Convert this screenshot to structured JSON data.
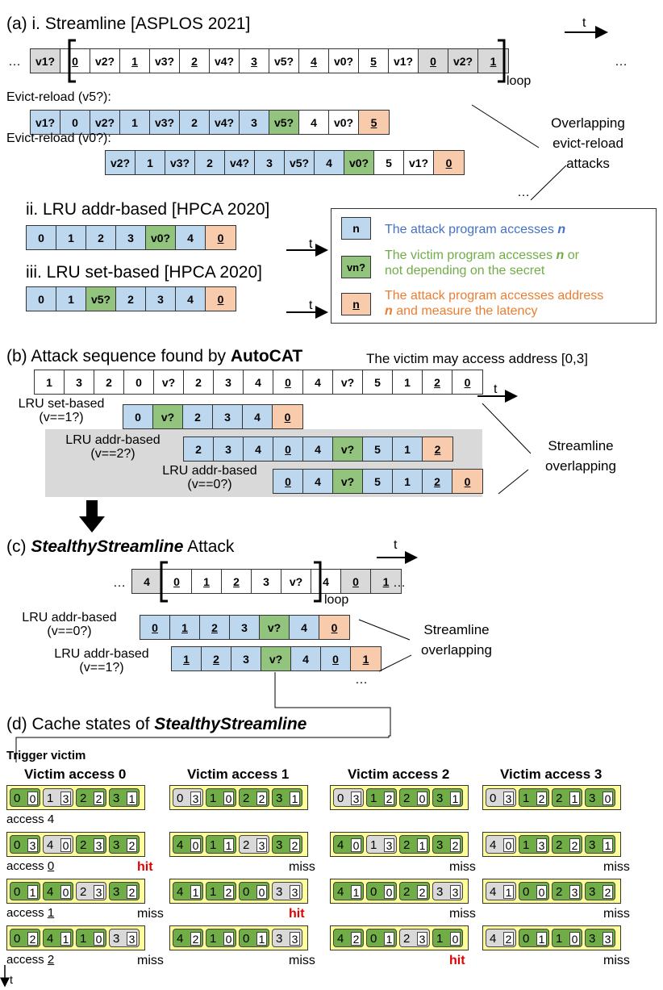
{
  "section_a": {
    "title": "(a) i. Streamline [ASPLOS 2021]",
    "main_row": [
      {
        "t": "v1?",
        "s": "G",
        "u": false
      },
      {
        "t": "0",
        "s": "W",
        "u": true
      },
      {
        "t": "v2?",
        "s": "W",
        "u": false
      },
      {
        "t": "1",
        "s": "W",
        "u": true
      },
      {
        "t": "v3?",
        "s": "W",
        "u": false
      },
      {
        "t": "2",
        "s": "W",
        "u": true
      },
      {
        "t": "v4?",
        "s": "W",
        "u": false
      },
      {
        "t": "3",
        "s": "W",
        "u": true
      },
      {
        "t": "v5?",
        "s": "W",
        "u": false
      },
      {
        "t": "4",
        "s": "W",
        "u": true
      },
      {
        "t": "v0?",
        "s": "W",
        "u": false
      },
      {
        "t": "5",
        "s": "W",
        "u": true
      },
      {
        "t": "v1?",
        "s": "W",
        "u": false
      },
      {
        "t": "0",
        "s": "G",
        "u": true
      },
      {
        "t": "v2?",
        "s": "G",
        "u": false
      },
      {
        "t": "1",
        "s": "G",
        "u": true
      }
    ],
    "ellipsis": "…",
    "loop": "loop",
    "time": "t",
    "evict1_label": "Evict-reload (v5?):",
    "evict1_row": [
      {
        "t": "v1?",
        "s": "B"
      },
      {
        "t": "0",
        "s": "B"
      },
      {
        "t": "v2?",
        "s": "B"
      },
      {
        "t": "1",
        "s": "B"
      },
      {
        "t": "v3?",
        "s": "B"
      },
      {
        "t": "2",
        "s": "B"
      },
      {
        "t": "v4?",
        "s": "B"
      },
      {
        "t": "3",
        "s": "B"
      },
      {
        "t": "v5?",
        "s": "V"
      },
      {
        "t": "4",
        "s": "W"
      },
      {
        "t": "v0?",
        "s": "W"
      },
      {
        "t": "5",
        "s": "O",
        "u": true
      }
    ],
    "evict2_label": "Evict-reload (v0?):",
    "evict2_row": [
      {
        "t": "v2?",
        "s": "B"
      },
      {
        "t": "1",
        "s": "B"
      },
      {
        "t": "v3?",
        "s": "B"
      },
      {
        "t": "2",
        "s": "B"
      },
      {
        "t": "v4?",
        "s": "B"
      },
      {
        "t": "3",
        "s": "B"
      },
      {
        "t": "v5?",
        "s": "B"
      },
      {
        "t": "4",
        "s": "B"
      },
      {
        "t": "v0?",
        "s": "V"
      },
      {
        "t": "5",
        "s": "W"
      },
      {
        "t": "v1?",
        "s": "W"
      },
      {
        "t": "0",
        "s": "O",
        "u": true
      }
    ],
    "overlap_lines": [
      "Overlapping",
      "evict-reload",
      "attacks"
    ],
    "sub_ii": "ii. LRU addr-based [HPCA 2020]",
    "row_ii": [
      {
        "t": "0",
        "s": "B"
      },
      {
        "t": "1",
        "s": "B"
      },
      {
        "t": "2",
        "s": "B"
      },
      {
        "t": "3",
        "s": "B"
      },
      {
        "t": "v0?",
        "s": "V"
      },
      {
        "t": "4",
        "s": "B"
      },
      {
        "t": "0",
        "s": "O",
        "u": true
      }
    ],
    "sub_iii": "iii. LRU set-based   [HPCA 2020]",
    "row_iii": [
      {
        "t": "0",
        "s": "B"
      },
      {
        "t": "1",
        "s": "B"
      },
      {
        "t": "v5?",
        "s": "V"
      },
      {
        "t": "2",
        "s": "B"
      },
      {
        "t": "3",
        "s": "B"
      },
      {
        "t": "4",
        "s": "B"
      },
      {
        "t": "0",
        "s": "O",
        "u": true
      }
    ]
  },
  "legend": {
    "attack_box": "n",
    "attack_text": "The attack program accesses ",
    "attack_var": "n",
    "victim_box": "vn?",
    "victim_text1": "The victim program accesses ",
    "victim_var": "n",
    "victim_text1b": " or",
    "victim_text2": "not depending on the secret",
    "measure_box": "n",
    "measure_text1": "The attack program accesses address",
    "measure_var": "n",
    "measure_text2": " and measure the latency"
  },
  "section_b": {
    "title_prefix": "(b) Attack sequence found by ",
    "title_bold": "AutoCAT",
    "note": "The victim may access address [0,3]",
    "row": [
      {
        "t": "1",
        "s": "W"
      },
      {
        "t": "3",
        "s": "W"
      },
      {
        "t": "2",
        "s": "W"
      },
      {
        "t": "0",
        "s": "W"
      },
      {
        "t": "v?",
        "s": "W"
      },
      {
        "t": "2",
        "s": "W"
      },
      {
        "t": "3",
        "s": "W"
      },
      {
        "t": "4",
        "s": "W"
      },
      {
        "t": "0",
        "s": "W",
        "u": true
      },
      {
        "t": "4",
        "s": "W"
      },
      {
        "t": "v?",
        "s": "W"
      },
      {
        "t": "5",
        "s": "W"
      },
      {
        "t": "1",
        "s": "W"
      },
      {
        "t": "2",
        "s": "W",
        "u": true
      },
      {
        "t": "0",
        "s": "W",
        "u": true
      }
    ],
    "set_label1": "LRU set-based",
    "set_label2": "(v==1?)",
    "set_row": [
      {
        "t": "0",
        "s": "B"
      },
      {
        "t": "v?",
        "s": "V"
      },
      {
        "t": "2",
        "s": "B"
      },
      {
        "t": "3",
        "s": "B"
      },
      {
        "t": "4",
        "s": "B"
      },
      {
        "t": "0",
        "s": "O",
        "u": true
      }
    ],
    "addr1_label1": "LRU addr-based",
    "addr1_label2": "(v==2?)",
    "addr1_row": [
      {
        "t": "2",
        "s": "B"
      },
      {
        "t": "3",
        "s": "B"
      },
      {
        "t": "4",
        "s": "B"
      },
      {
        "t": "0",
        "s": "B",
        "u": true
      },
      {
        "t": "4",
        "s": "B"
      },
      {
        "t": "v?",
        "s": "V"
      },
      {
        "t": "5",
        "s": "B"
      },
      {
        "t": "1",
        "s": "B"
      },
      {
        "t": "2",
        "s": "O",
        "u": true
      }
    ],
    "addr2_label1": "LRU addr-based",
    "addr2_label2": "(v==0?)",
    "addr2_row": [
      {
        "t": "0",
        "s": "B",
        "u": true
      },
      {
        "t": "4",
        "s": "B"
      },
      {
        "t": "v?",
        "s": "V"
      },
      {
        "t": "5",
        "s": "B"
      },
      {
        "t": "1",
        "s": "B"
      },
      {
        "t": "2",
        "s": "B",
        "u": true
      },
      {
        "t": "0",
        "s": "O",
        "u": true
      }
    ],
    "side1": "Streamline",
    "side2": "overlapping"
  },
  "section_c": {
    "title_prefix": "(c) ",
    "title_bi": "StealthyStreamline",
    "title_suffix": " Attack",
    "row": [
      {
        "t": "4",
        "s": "G"
      },
      {
        "t": "0",
        "s": "W",
        "u": true
      },
      {
        "t": "1",
        "s": "W",
        "u": true
      },
      {
        "t": "2",
        "s": "W",
        "u": true
      },
      {
        "t": "3",
        "s": "W"
      },
      {
        "t": "v?",
        "s": "W"
      },
      {
        "t": "4",
        "s": "W"
      },
      {
        "t": "0",
        "s": "G",
        "u": true
      },
      {
        "t": "1",
        "s": "G",
        "u": true
      }
    ],
    "loop": "loop",
    "addr1_label1": "LRU addr-based",
    "addr1_label2": "(v==0?)",
    "addr1_row": [
      {
        "t": "0",
        "s": "B",
        "u": true
      },
      {
        "t": "1",
        "s": "B",
        "u": true
      },
      {
        "t": "2",
        "s": "B",
        "u": true
      },
      {
        "t": "3",
        "s": "B"
      },
      {
        "t": "v?",
        "s": "V"
      },
      {
        "t": "4",
        "s": "B"
      },
      {
        "t": "0",
        "s": "O",
        "u": true
      }
    ],
    "addr2_label1": "LRU addr-based",
    "addr2_label2": "(v==1?)",
    "addr2_row": [
      {
        "t": "1",
        "s": "B",
        "u": true
      },
      {
        "t": "2",
        "s": "B",
        "u": true
      },
      {
        "t": "3",
        "s": "B"
      },
      {
        "t": "v?",
        "s": "V"
      },
      {
        "t": "4",
        "s": "B"
      },
      {
        "t": "0",
        "s": "B",
        "u": true
      },
      {
        "t": "1",
        "s": "O",
        "u": true
      }
    ],
    "side1": "Streamline",
    "side2": "overlapping"
  },
  "section_d": {
    "title_prefix": "(d) Cache states of ",
    "title_bi": "StealthyStreamline",
    "trigger": "Trigger victim",
    "time": "t",
    "headers": [
      "Victim access 0",
      "Victim access 1",
      "Victim access 2",
      "Victim access 3"
    ],
    "row_labels": [
      {
        "pre": "access ",
        "val": "4",
        "u": false
      },
      {
        "pre": "access ",
        "val": "0",
        "u": true
      },
      {
        "pre": "access ",
        "val": "1",
        "u": true
      },
      {
        "pre": "access ",
        "val": "2",
        "u": true
      }
    ],
    "states": [
      [
        [
          {
            "a": "0",
            "g": "0",
            "gray": false
          },
          {
            "a": "1",
            "g": "3",
            "gray": true
          },
          {
            "a": "2",
            "g": "2",
            "gray": false
          },
          {
            "a": "3",
            "g": "1",
            "gray": false
          }
        ],
        [
          {
            "a": "0",
            "g": "3",
            "gray": true
          },
          {
            "a": "1",
            "g": "0",
            "gray": false
          },
          {
            "a": "2",
            "g": "2",
            "gray": false
          },
          {
            "a": "3",
            "g": "1",
            "gray": false
          }
        ],
        [
          {
            "a": "0",
            "g": "3",
            "gray": true
          },
          {
            "a": "1",
            "g": "2",
            "gray": false
          },
          {
            "a": "2",
            "g": "0",
            "gray": false
          },
          {
            "a": "3",
            "g": "1",
            "gray": false
          }
        ],
        [
          {
            "a": "0",
            "g": "3",
            "gray": true
          },
          {
            "a": "1",
            "g": "2",
            "gray": false
          },
          {
            "a": "2",
            "g": "1",
            "gray": false
          },
          {
            "a": "3",
            "g": "0",
            "gray": false
          }
        ]
      ],
      [
        [
          {
            "a": "0",
            "g": "3",
            "gray": false
          },
          {
            "a": "4",
            "g": "0",
            "gray": true
          },
          {
            "a": "2",
            "g": "3",
            "gray": false
          },
          {
            "a": "3",
            "g": "2",
            "gray": false
          }
        ],
        [
          {
            "a": "4",
            "g": "0",
            "gray": false
          },
          {
            "a": "1",
            "g": "1",
            "gray": false
          },
          {
            "a": "2",
            "g": "3",
            "gray": true
          },
          {
            "a": "3",
            "g": "2",
            "gray": false
          }
        ],
        [
          {
            "a": "4",
            "g": "0",
            "gray": false
          },
          {
            "a": "1",
            "g": "3",
            "gray": true
          },
          {
            "a": "2",
            "g": "1",
            "gray": false
          },
          {
            "a": "3",
            "g": "2",
            "gray": false
          }
        ],
        [
          {
            "a": "4",
            "g": "0",
            "gray": true
          },
          {
            "a": "1",
            "g": "3",
            "gray": false
          },
          {
            "a": "2",
            "g": "2",
            "gray": false
          },
          {
            "a": "3",
            "g": "1",
            "gray": false
          }
        ]
      ],
      [
        [
          {
            "a": "0",
            "g": "1",
            "gray": false
          },
          {
            "a": "4",
            "g": "0",
            "gray": false
          },
          {
            "a": "2",
            "g": "3",
            "gray": true
          },
          {
            "a": "3",
            "g": "2",
            "gray": false
          }
        ],
        [
          {
            "a": "4",
            "g": "1",
            "gray": false
          },
          {
            "a": "1",
            "g": "2",
            "gray": false
          },
          {
            "a": "0",
            "g": "0",
            "gray": false
          },
          {
            "a": "3",
            "g": "3",
            "gray": true
          }
        ],
        [
          {
            "a": "4",
            "g": "1",
            "gray": false
          },
          {
            "a": "0",
            "g": "0",
            "gray": false
          },
          {
            "a": "2",
            "g": "2",
            "gray": false
          },
          {
            "a": "3",
            "g": "3",
            "gray": true
          }
        ],
        [
          {
            "a": "4",
            "g": "1",
            "gray": true
          },
          {
            "a": "0",
            "g": "0",
            "gray": false
          },
          {
            "a": "2",
            "g": "3",
            "gray": false
          },
          {
            "a": "3",
            "g": "2",
            "gray": false
          }
        ]
      ],
      [
        [
          {
            "a": "0",
            "g": "2",
            "gray": false
          },
          {
            "a": "4",
            "g": "1",
            "gray": false
          },
          {
            "a": "1",
            "g": "0",
            "gray": false
          },
          {
            "a": "3",
            "g": "3",
            "gray": true
          }
        ],
        [
          {
            "a": "4",
            "g": "2",
            "gray": false
          },
          {
            "a": "1",
            "g": "0",
            "gray": false
          },
          {
            "a": "0",
            "g": "1",
            "gray": false
          },
          {
            "a": "3",
            "g": "3",
            "gray": true
          }
        ],
        [
          {
            "a": "4",
            "g": "2",
            "gray": false
          },
          {
            "a": "0",
            "g": "1",
            "gray": false
          },
          {
            "a": "2",
            "g": "3",
            "gray": true
          },
          {
            "a": "1",
            "g": "0",
            "gray": false
          }
        ],
        [
          {
            "a": "4",
            "g": "2",
            "gray": true
          },
          {
            "a": "0",
            "g": "1",
            "gray": false
          },
          {
            "a": "1",
            "g": "0",
            "gray": false
          },
          {
            "a": "3",
            "g": "3",
            "gray": false
          }
        ]
      ]
    ],
    "results": [
      [
        "hit",
        "miss",
        "miss",
        "miss"
      ],
      [
        "miss",
        "hit",
        "miss",
        "miss"
      ],
      [
        "miss",
        "miss",
        "hit",
        "miss"
      ]
    ]
  }
}
